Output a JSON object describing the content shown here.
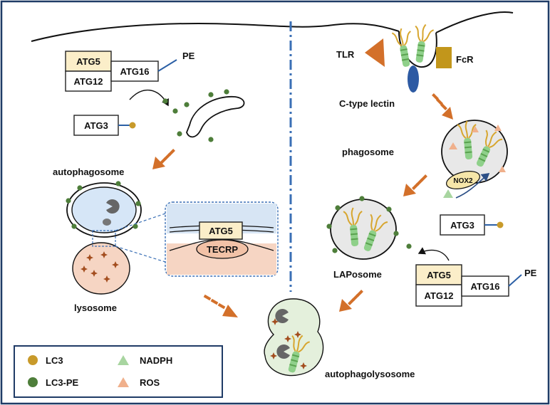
{
  "complex_left": {
    "atg5": "ATG5",
    "atg12": "ATG12",
    "atg16": "ATG16",
    "pe": "PE"
  },
  "atg3_left": "ATG3",
  "labels_left": {
    "autophagosome": "autophagosome",
    "lysosome": "lysosome"
  },
  "inset": {
    "atg5": "ATG5",
    "tecrp": "TECRP"
  },
  "receptors": {
    "tlr": "TLR",
    "fcr": "FcR",
    "ctype": "C-type lectin"
  },
  "labels_right": {
    "phagosome": "phagosome",
    "nox2": "NOX2",
    "laposome": "LAPosome",
    "autophagolysosome": "autophagolysosome"
  },
  "atg3_right": "ATG3",
  "complex_right": {
    "atg5": "ATG5",
    "atg12": "ATG12",
    "atg16": "ATG16",
    "pe": "PE"
  },
  "legend": [
    {
      "label": "LC3",
      "shape": "circle",
      "color": "#c89a2a"
    },
    {
      "label": "LC3-PE",
      "shape": "circle",
      "color": "#4e7e3a"
    },
    {
      "label": "NADPH",
      "shape": "triangle",
      "color": "#a8d5a0"
    },
    {
      "label": "ROS",
      "shape": "triangle",
      "color": "#f0b08c"
    }
  ],
  "colors": {
    "lc3": "#c89a2a",
    "lc3pe": "#4e7e3a",
    "arrow": "#d3702a",
    "divider": "#3a6fb5",
    "frame": "#1f3b66"
  }
}
